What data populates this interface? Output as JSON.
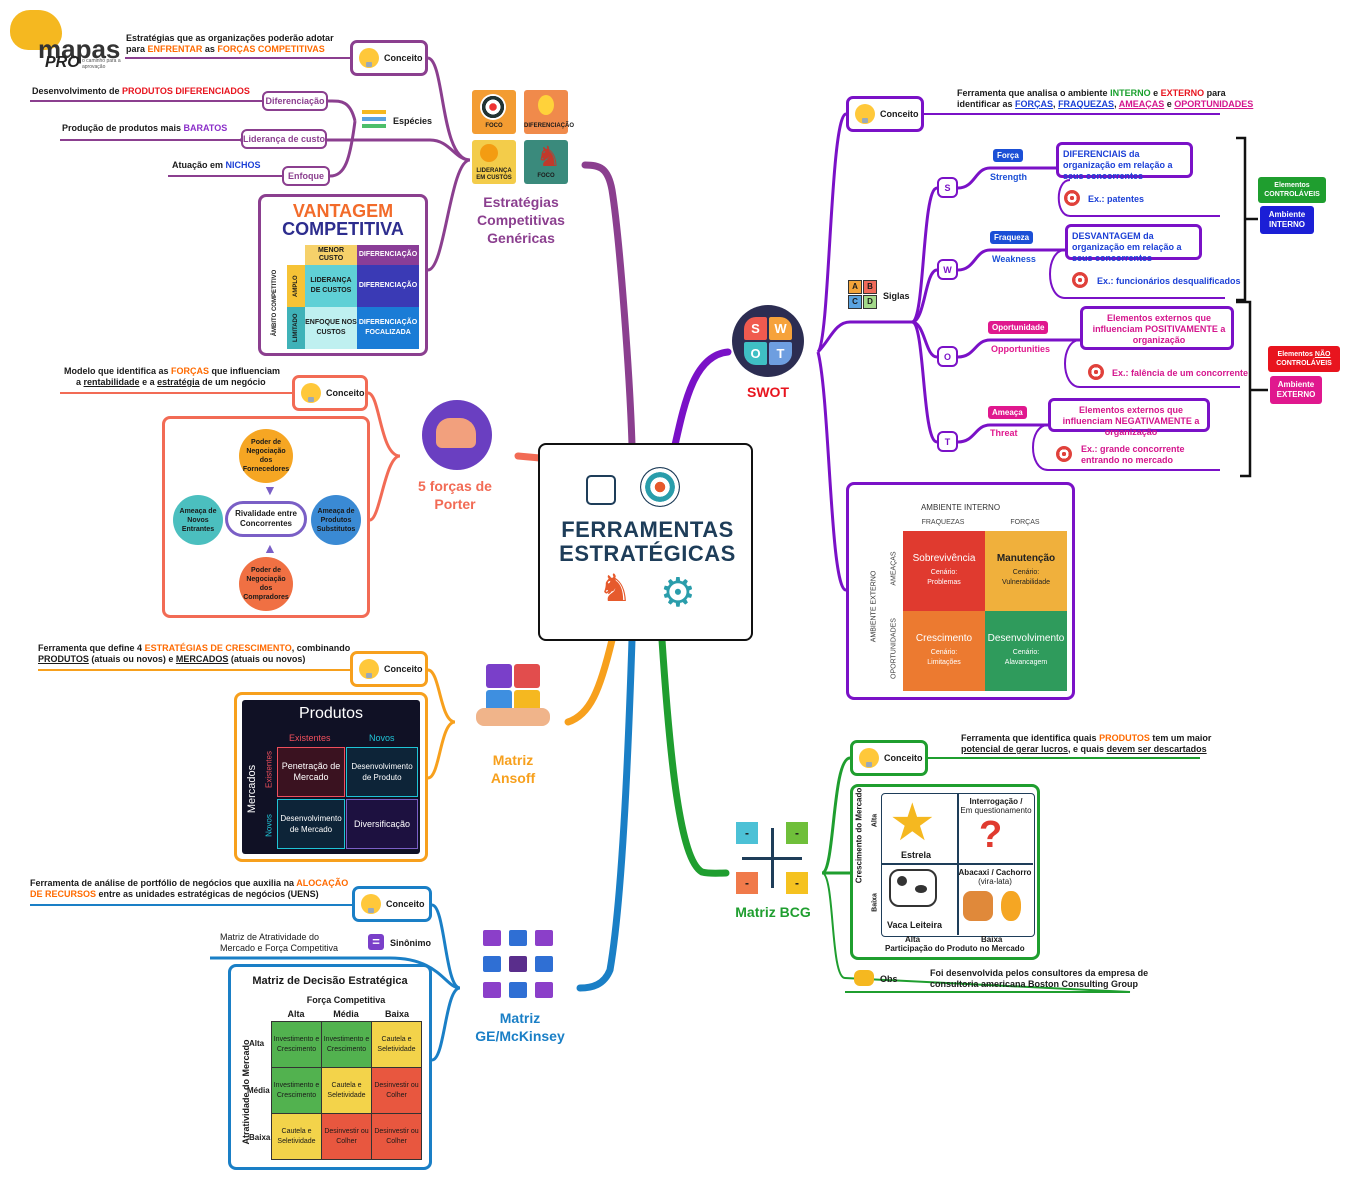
{
  "logo": {
    "name": "mapas",
    "pro": "PRO",
    "tagline": "o caminho para a aprovação"
  },
  "center": {
    "title_line1": "FERRAMENTAS",
    "title_line2": "ESTRATÉGICAS"
  },
  "common": {
    "concept_label": "Conceito"
  },
  "colors": {
    "purple_dark": "#8b3f8f",
    "salmon": "#f26b55",
    "orange": "#f7a01d",
    "blue": "#1a7fc6",
    "green": "#1f9e2f",
    "swot_purple": "#7a11c7"
  },
  "generic": {
    "branch_line1": "Estratégias",
    "branch_line2": "Competitivas",
    "branch_line3": "Genéricas",
    "concept_text_line1": "Estratégias que as organizações poderão adotar",
    "concept_text_pre": "para",
    "concept_text_hl1": "ENFRENTAR",
    "concept_text_mid": "as",
    "concept_text_hl2": "FORÇAS COMPETITIVAS",
    "especies_label": "Espécies",
    "diferenciacao_label": "Diferenciação",
    "diferenciacao_desc_pre": "Desenvolvimento de",
    "diferenciacao_desc_hl": "PRODUTOS DIFERENCIADOS",
    "lideranca_label": "Liderança de custo",
    "lideranca_desc_pre": "Produção de produtos mais",
    "lideranca_desc_hl": "BARATOS",
    "enfoque_label": "Enfoque",
    "enfoque_desc_pre": "Atuação em",
    "enfoque_desc_hl": "NICHOS",
    "icon_labels": [
      "FOCO",
      "DIFERENCIAÇÃO",
      "LIDERANÇA EM CUSTOS",
      "FOCO"
    ],
    "vantagem_title1": "VANTAGEM",
    "vantagem_title2": "COMPETITIVA",
    "vantagem_col1": "MENOR CUSTO",
    "vantagem_col2": "DIFERENCIAÇÃO",
    "vantagem_axis": "ÂMBITO COMPETITIVO",
    "vantagem_row1": "AMPLO",
    "vantagem_row2": "LIMITADO",
    "vantagem_cells": [
      "LIDERANÇA DE CUSTOS",
      "DIFERENCIAÇÃO",
      "ENFOQUE NOS CUSTOS",
      "DIFERENCIAÇÃO FOCALIZADA"
    ]
  },
  "porter": {
    "branch_line1": "5 forças de",
    "branch_line2": "Porter",
    "concept_text_pre": "Modelo que identifica as",
    "concept_text_hl": "FORÇAS",
    "concept_text_post": "que influenciam",
    "concept_text2_pre": "a",
    "concept_text2_u1": "rentabilidade",
    "concept_text2_mid": "e a",
    "concept_text2_u2": "estratégia",
    "concept_text2_post": "de um negócio",
    "top": "Poder de Negociação dos Fornecedores",
    "left": "Ameaça de Novos Entrantes",
    "center": "Rivalidade entre Concorrentes",
    "right": "Ameaça de Produtos Substitutos",
    "bottom": "Poder de Negociação dos Compradores"
  },
  "ansoff": {
    "branch_line1": "Matriz",
    "branch_line2": "Ansoff",
    "concept_text_pre": "Ferramenta que define 4",
    "concept_text_hl": "ESTRATÉGIAS DE CRESCIMENTO",
    "concept_text_post": ", combinando",
    "concept_text2_u1": "PRODUTOS",
    "concept_text2_mid": "(atuais ou novos) e",
    "concept_text2_u2": "MERCADOS",
    "concept_text2_post": "(atuais ou novos)",
    "produtos": "Produtos",
    "existentes": "Existentes",
    "novos": "Novos",
    "mercados": "Mercados",
    "cells": [
      "Penetração de Mercado",
      "Desenvolvimento de Produto",
      "Desenvolvimento de Mercado",
      "Diversificação"
    ]
  },
  "ge": {
    "branch_line1": "Matriz",
    "branch_line2": "GE/McKinsey",
    "concept_text_pre": "Ferramenta de análise de portfólio de negócios que auxilia na",
    "concept_text_hl1": "ALOCAÇÃO",
    "concept_text_hl2": "DE RECURSOS",
    "concept_text_post": "entre as unidades estratégicas de negócios (UENS)",
    "synonym_label": "Sinônimo",
    "synonym_text1": "Matriz de Atratividade do",
    "synonym_text2": "Mercado e Força Competitiva",
    "matrix_title": "Matriz de Decisão Estratégica",
    "forca": "Força Competitiva",
    "cols": [
      "Alta",
      "Média",
      "Baixa"
    ],
    "atratividade": "Atratividade do Mercado",
    "rows": [
      "Alta",
      "Média",
      "Baixa"
    ],
    "cells": [
      "Investimento e Crescimento",
      "Investimento e Crescimento",
      "Cautela e Seletividade",
      "Investimento e Crescimento",
      "Cautela e Seletividade",
      "Desinvestir ou Colher",
      "Cautela e Seletividade",
      "Desinvestir ou Colher",
      "Desinvestir ou Colher"
    ]
  },
  "swot": {
    "branch": "SWOT",
    "logo_letters": [
      "S",
      "W",
      "O",
      "T"
    ],
    "concept_text_pre": "Ferramenta que analisa o ambiente",
    "concept_text_hl1": "INTERNO",
    "concept_text_mid": "e",
    "concept_text_hl2": "EXTERNO",
    "concept_text_post": "para",
    "concept_text2_pre": "identificar as",
    "concept_text2_u1": "FORÇAS",
    "concept_text2_u2": "FRAQUEZAS",
    "concept_text2_u3": "AMEAÇAS",
    "concept_text2_and": "e",
    "concept_text2_u4": "OPORTUNIDADES",
    "siglas": "Siglas",
    "letters": [
      "S",
      "W",
      "O",
      "T"
    ],
    "s_tag": "Força",
    "s_en": "Strength",
    "s_desc": "DIFERENCIAIS da organização em relação a seus concorrentes",
    "s_ex": "Ex.: patentes",
    "w_tag": "Fraqueza",
    "w_en": "Weakness",
    "w_desc": "DESVANTAGEM da organização em relação a seus concorrentes",
    "w_ex": "Ex.: funcionários desqualificados",
    "o_tag": "Oportunidade",
    "o_en": "Opportunities",
    "o_desc": "Elementos externos que influenciam POSITIVAMENTE a organização",
    "o_ex": "Ex.: falência de um concorrente",
    "t_tag": "Ameaça",
    "t_en": "Threat",
    "t_desc": "Elementos externos que influenciam NEGATIVAMENTE a organização",
    "t_ex": "Ex.: grande concorrente entrando no mercado",
    "controlaveis_line1": "Elementos",
    "controlaveis_line2": "CONTROLÁVEIS",
    "ambiente_interno_line1": "Ambiente",
    "ambiente_interno_line2": "INTERNO",
    "nao_controlaveis_pre": "Elementos",
    "nao_controlaveis_u": "NÃO",
    "nao_controlaveis_line2": "CONTROLÁVEIS",
    "ambiente_externo_line1": "Ambiente",
    "ambiente_externo_line2": "EXTERNO",
    "matrix_ambiente_interno": "AMBIENTE INTERNO",
    "matrix_fraquezas": "FRAQUEZAS",
    "matrix_forcas": "FORÇAS",
    "matrix_ambiente_externo": "AMBIENTE EXTERNO",
    "matrix_ameacas": "AMEAÇAS",
    "matrix_oportunidades": "OPORTUNIDADES",
    "cells": [
      {
        "title": "Sobrevivência",
        "sub": "Cenário: Problemas",
        "color": "#e03a2f"
      },
      {
        "title": "Manutenção",
        "sub": "Cenário: Vulnerabilidade",
        "color": "#f0b03c"
      },
      {
        "title": "Crescimento",
        "sub": "Cenário: Limitações",
        "color": "#ec7a30"
      },
      {
        "title": "Desenvolvimento",
        "sub": "Cenário: Alavancagem",
        "color": "#2f9b5c"
      }
    ]
  },
  "bcg": {
    "branch": "Matriz BCG",
    "concept_text_pre": "Ferramenta que identifica quais",
    "concept_text_hl": "PRODUTOS",
    "concept_text_post": "tem um maior",
    "concept_text2_u1": "potencial de gerar lucros",
    "concept_text2_mid": ", e quais",
    "concept_text2_u2": "devem ser descartados",
    "star": "Estrela",
    "question_line1": "Interrogação /",
    "question_line2": "Em questionamento",
    "cow": "Vaca Leiteira",
    "dog_line1": "Abacaxi / Cachorro",
    "dog_line2": "(vira-lata)",
    "axis_y": "Crescimento do Mercado",
    "axis_y_high": "Alta",
    "axis_y_low": "Baixa",
    "axis_x_high": "Alta",
    "axis_x_low": "Baixa",
    "axis_x": "Participação do Produto no Mercado",
    "obs_label": "Obs",
    "obs_text1": "Foi desenvolvida pelos consultores da empresa de",
    "obs_text2": "consultoria americana Boston Consulting Group"
  }
}
